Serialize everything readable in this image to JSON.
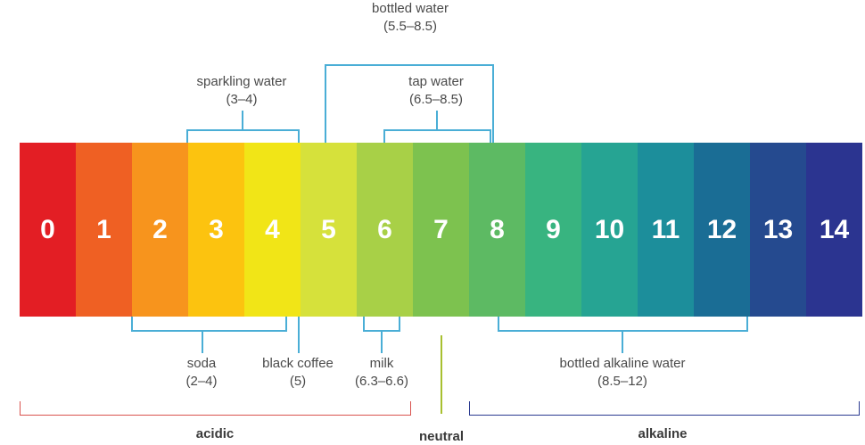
{
  "scale": {
    "values": [
      "0",
      "1",
      "2",
      "3",
      "4",
      "5",
      "6",
      "7",
      "8",
      "9",
      "10",
      "11",
      "12",
      "13",
      "14"
    ],
    "colors": [
      "#e31e24",
      "#ef6023",
      "#f7941d",
      "#fcc30f",
      "#f1e517",
      "#d6e13b",
      "#a8d047",
      "#7dc24f",
      "#5dba63",
      "#38b480",
      "#26a493",
      "#1c8e9b",
      "#1a6d95",
      "#254a8f",
      "#2b3490"
    ]
  },
  "labels": {
    "bottled_water": {
      "name": "bottled water",
      "range": "(5.5–8.5)"
    },
    "sparkling_water": {
      "name": "sparkling water",
      "range": "(3–4)"
    },
    "tap_water": {
      "name": "tap water",
      "range": "(6.5–8.5)"
    },
    "soda": {
      "name": "soda",
      "range": "(2–4)"
    },
    "black_coffee": {
      "name": "black coffee",
      "range": "(5)"
    },
    "milk": {
      "name": "milk",
      "range": "(6.3–6.6)"
    },
    "bottled_alkaline_water": {
      "name": "bottled alkaline water",
      "range": "(8.5–12)"
    }
  },
  "categories": {
    "acidic": "acidic",
    "neutral": "neutral",
    "alkaline": "alkaline"
  },
  "colors": {
    "bracket": "#4aaed6",
    "acidic": "#d9534f",
    "neutral": "#a8c030",
    "alkaline": "#2b3a90",
    "text": "#4a4a4a"
  }
}
